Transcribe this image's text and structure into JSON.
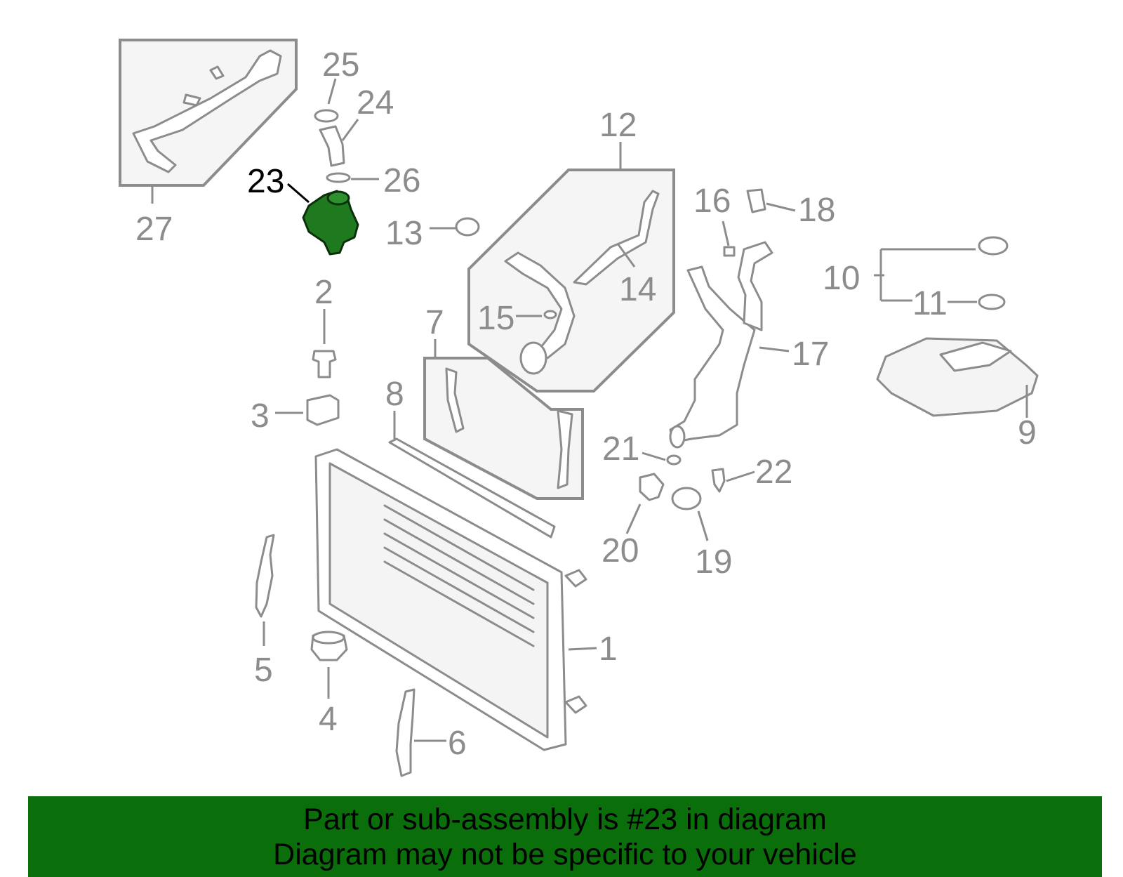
{
  "banner": {
    "line1": "Part or sub-assembly is #23 in diagram",
    "line2": "Diagram may not be specific to your vehicle"
  },
  "highlighted_part": "23",
  "colors": {
    "highlight": "#1f7a1f",
    "banner": "#0a6e0a",
    "line_art": "#8c8c8c"
  },
  "callouts": [
    "1",
    "2",
    "3",
    "4",
    "5",
    "6",
    "7",
    "8",
    "9",
    "10",
    "11",
    "12",
    "13",
    "14",
    "15",
    "16",
    "17",
    "18",
    "19",
    "20",
    "21",
    "22",
    "23",
    "24",
    "25",
    "26",
    "27"
  ]
}
